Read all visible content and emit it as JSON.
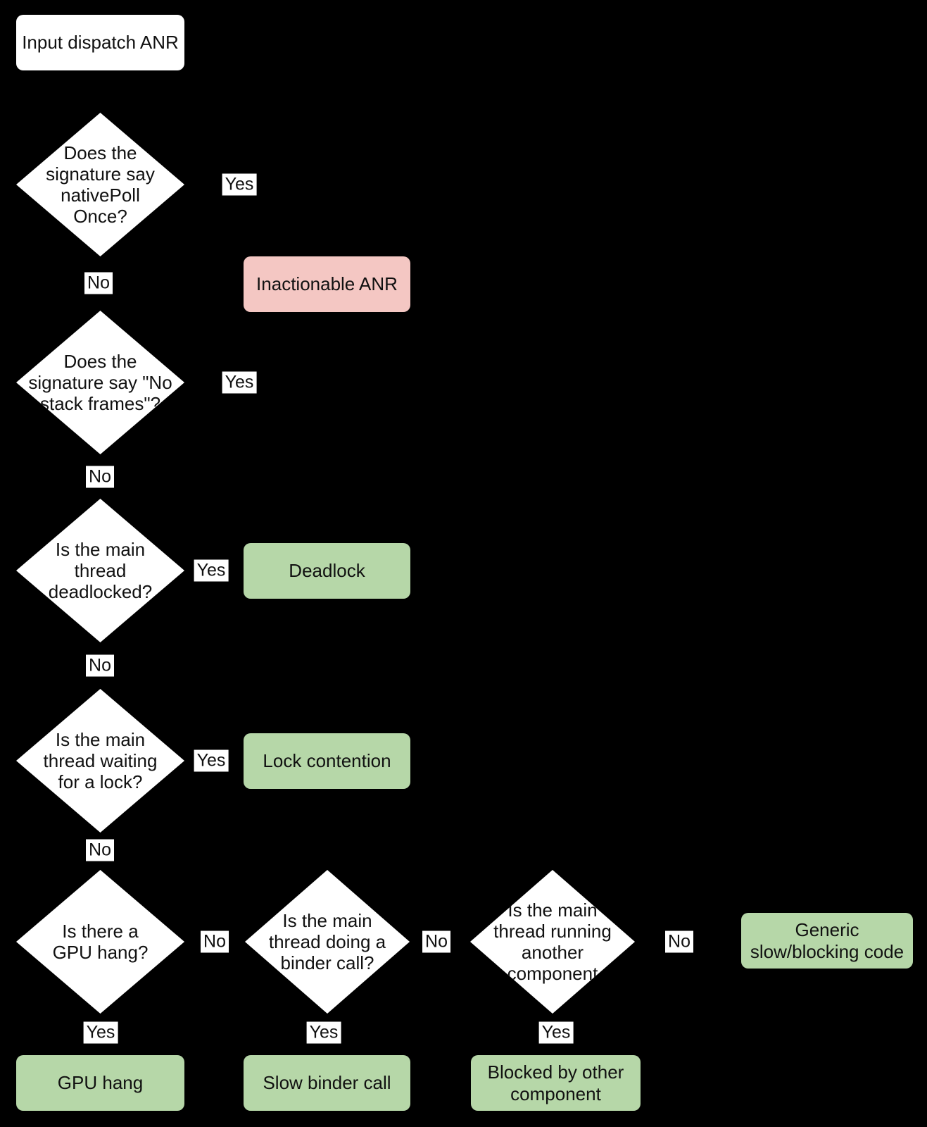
{
  "colors": {
    "background": "#000000",
    "decision_fill": "#ffffff",
    "start_fill": "#ffffff",
    "bad_outcome_fill": "#f4c7c3",
    "good_outcome_fill": "#b6d7a8",
    "text": "#111111"
  },
  "start": {
    "label": "Input dispatch ANR"
  },
  "decisions": [
    {
      "id": "signature-nativepollonce",
      "lines": [
        "Does the",
        "signature say",
        "nativePoll",
        "Once?"
      ]
    },
    {
      "id": "signature-no-stack-frames",
      "lines": [
        "Does the",
        "signature say \"No",
        "stack frames\"?"
      ]
    },
    {
      "id": "main-thread-deadlocked",
      "lines": [
        "Is the main",
        "thread",
        "deadlocked?"
      ]
    },
    {
      "id": "main-thread-waiting-lock",
      "lines": [
        "Is the main",
        "thread waiting",
        "for a lock?"
      ]
    },
    {
      "id": "gpu-hang-question",
      "lines": [
        "Is there a",
        "GPU hang?"
      ]
    },
    {
      "id": "binder-call-question",
      "lines": [
        "Is the main",
        "thread doing a",
        "binder call?"
      ]
    },
    {
      "id": "other-component-question",
      "lines": [
        "Is the main",
        "thread running",
        "another",
        "component"
      ]
    }
  ],
  "outcomes": [
    {
      "id": "inactionable-anr",
      "kind": "bad",
      "lines": [
        "Inactionable ANR"
      ]
    },
    {
      "id": "deadlock",
      "kind": "good",
      "lines": [
        "Deadlock"
      ]
    },
    {
      "id": "lock-contention",
      "kind": "good",
      "lines": [
        "Lock contention"
      ]
    },
    {
      "id": "generic-slow-blocking-code",
      "kind": "good",
      "lines": [
        "Generic",
        "slow/blocking code"
      ]
    },
    {
      "id": "gpu-hang",
      "kind": "good",
      "lines": [
        "GPU hang"
      ]
    },
    {
      "id": "slow-binder-call",
      "kind": "good",
      "lines": [
        "Slow binder call"
      ]
    },
    {
      "id": "blocked-by-other-component",
      "kind": "good",
      "lines": [
        "Blocked by other",
        "component"
      ]
    }
  ],
  "edge_labels": {
    "yes": "Yes",
    "no": "No"
  }
}
